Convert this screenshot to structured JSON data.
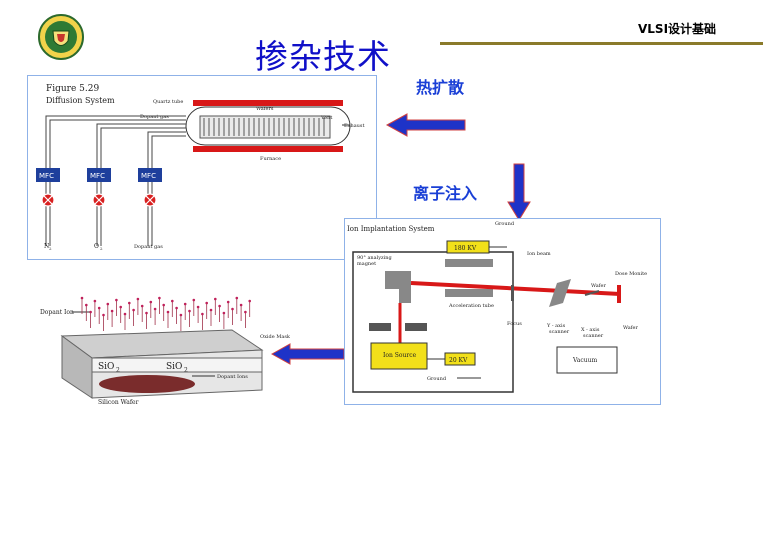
{
  "header": {
    "course": "VLSI设计基础",
    "title": "掺杂技术"
  },
  "labels": {
    "diffusion": "热扩散",
    "ion_implant": "离子注入"
  },
  "diffusion_figure": {
    "figure_no": "Figure 5.29",
    "caption": "Diffusion System",
    "quartz_tube": "Quartz tube",
    "wafers": "Wafers",
    "dopant_gas_top": "Dopant gas",
    "vent": "Vent",
    "exhaust": "Exhaust",
    "furnace": "Furnace",
    "mfc": "MFC",
    "gas_n2": "N",
    "gas_n2_sub": "2",
    "gas_o2": "O",
    "gas_o2_sub": "2",
    "dopant_gas_bottom": "Dopant gas"
  },
  "ion_figure": {
    "title": "Ion Implantation System",
    "ground_top": "Ground",
    "kv180": "180 KV",
    "ion_beam": "Ion beam",
    "analyzing": "90° analyzing",
    "magnet": "magnet",
    "wafer": "Wafer",
    "dose_monitor": "Dose Monite",
    "acceleration_tube": "Acceleration tube",
    "focus": "Focus",
    "y_axis_1": "Y - axis",
    "y_axis_2": "scanner",
    "x_axis_1": "X - axis",
    "x_axis_2": "scanner",
    "wafer2": "Wafer",
    "ion_source": "Ion Source",
    "kv20": "20 KV",
    "vacuum": "Vacuum",
    "ground_bottom": "Ground"
  },
  "wafer_figure": {
    "dopant_ion": "Dopant Ion",
    "oxide_mask": "Oxide Mask",
    "sio2_left": "SiO",
    "sio2_right": "SiO",
    "sub2": "2",
    "dopant_ions": "Dopant Ions",
    "silicon_wafer": "Silicon Wafer"
  },
  "colors": {
    "title": "#1010c8",
    "label": "#1a3fd6",
    "arrow": "#1e33c8",
    "arrow_edge": "#d04040",
    "beam": "#d81818",
    "panel_border": "#8fb2e8",
    "rule": "#8a7a2a"
  }
}
